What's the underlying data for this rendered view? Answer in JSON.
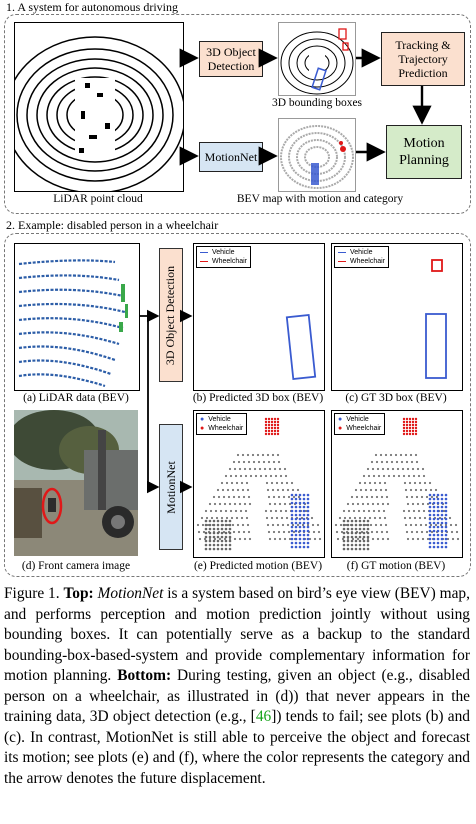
{
  "top": {
    "title": "1. A system for autonomous driving",
    "lidar_caption": "LiDAR point cloud",
    "detection_box": "3D Object Detection",
    "bbox_caption": "3D bounding boxes",
    "tracking_box": "Tracking & Trajectory Prediction",
    "motionnet_box": "MotionNet",
    "bev_caption": "BEV map with motion and category",
    "planning_box": "Motion Planning"
  },
  "bottom": {
    "title": "2. Example: disabled person in a wheelchair",
    "vertical_detection": "3D Object Detection",
    "vertical_motionnet": "MotionNet",
    "legend_vehicle": "Vehicle",
    "legend_wheelchair": "Wheelchair",
    "cap_a": "(a) LiDAR data (BEV)",
    "cap_b": "(b) Predicted 3D box (BEV)",
    "cap_c": "(c) GT 3D box (BEV)",
    "cap_d": "(d) Front camera image",
    "cap_e": "(e) Predicted motion (BEV)",
    "cap_f": "(f) GT motion (BEV)"
  },
  "caption": {
    "figure_label": "Figure 1.",
    "top_label": "Top:",
    "part1": "is a system based on bird’s eye view (BEV) map, and performs perception and motion prediction jointly without using bounding boxes. It can potentially serve as a backup to the standard bounding-box-based-system and provide complementary information for motion planning.",
    "motionnet_italic": "MotionNet",
    "bottom_label": "Bottom:",
    "part2": "During testing, given an object (e.g., disabled person on a wheelchair, as illustrated in (d)) that never appears in the training data, 3D object detection (e.g., [",
    "ref": "46",
    "part3": "]) tends to fail; see plots (b) and (c). In contrast, MotionNet is still able to perceive the object and forecast its motion; see plots (e) and (f), where the color represents the category and the arrow denotes the future displacement."
  },
  "colors": {
    "detection_fill": "#fbe0cf",
    "motionnet_fill": "#d6e5f3",
    "planning_fill": "#d5ebc9",
    "vehicle": "#3a5bd0",
    "wheelchair": "#e01818",
    "dashed_border": "#777777"
  }
}
